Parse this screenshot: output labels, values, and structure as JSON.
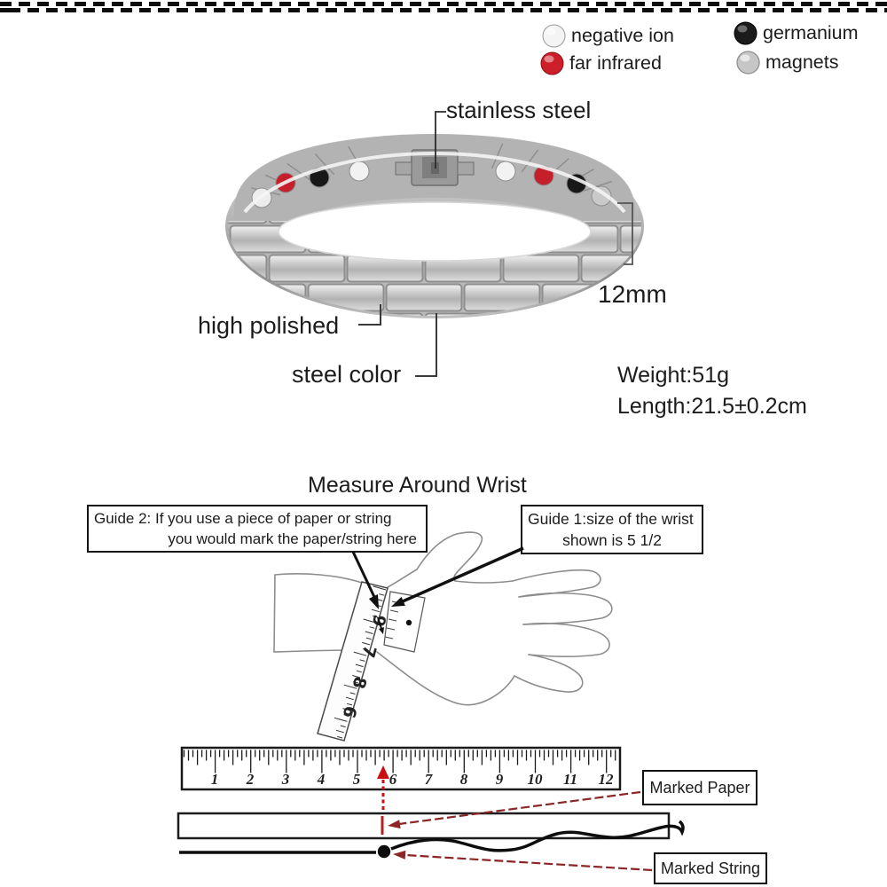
{
  "legend": {
    "items": [
      {
        "name": "negative-ion",
        "label": "negative ion",
        "color": "#f4f4f4"
      },
      {
        "name": "far-infrared",
        "label": "far infrared",
        "color": "#cd1f2a"
      },
      {
        "name": "germanium",
        "label": "germanium",
        "color": "#1b1b1b"
      },
      {
        "name": "magnets",
        "label": "magnets",
        "color": "#c6c6c6"
      }
    ]
  },
  "product": {
    "annotations": {
      "clasp": "stainless steel",
      "width": "12mm",
      "finish": "high polished",
      "color": "steel color"
    },
    "specs": {
      "weight": "Weight:51g",
      "length": "Length:21.5±0.2cm"
    },
    "bracelet_dot_colors": [
      "#ededed",
      "#c41f2a",
      "#181818",
      "#f2f2f2",
      "#f2f2f2",
      "#c41f2a",
      "#181818",
      "#c9c9c9"
    ]
  },
  "measure": {
    "title": "Measure Around Wrist",
    "guide2": {
      "line1": "Guide 2: If you use a piece of paper or string",
      "line2": "you would mark the paper/string here"
    },
    "guide1": {
      "line1": "Guide 1:size of the wrist",
      "line2": "shown is 5 1/2"
    },
    "wrist_tape_numbers": [
      "9",
      "7",
      "8",
      "6"
    ],
    "ruler": {
      "numbers": [
        "1",
        "2",
        "3",
        "4",
        "5",
        "6",
        "7",
        "8",
        "9",
        "10",
        "11",
        "12"
      ],
      "mark_position": 5.75
    },
    "marked_paper": "Marked Paper",
    "marked_string": "Marked String"
  },
  "colors": {
    "accent_red": "#c90f0f",
    "dark_red_arrow": "#8c2626",
    "line_gray": "#8d8d8d"
  }
}
